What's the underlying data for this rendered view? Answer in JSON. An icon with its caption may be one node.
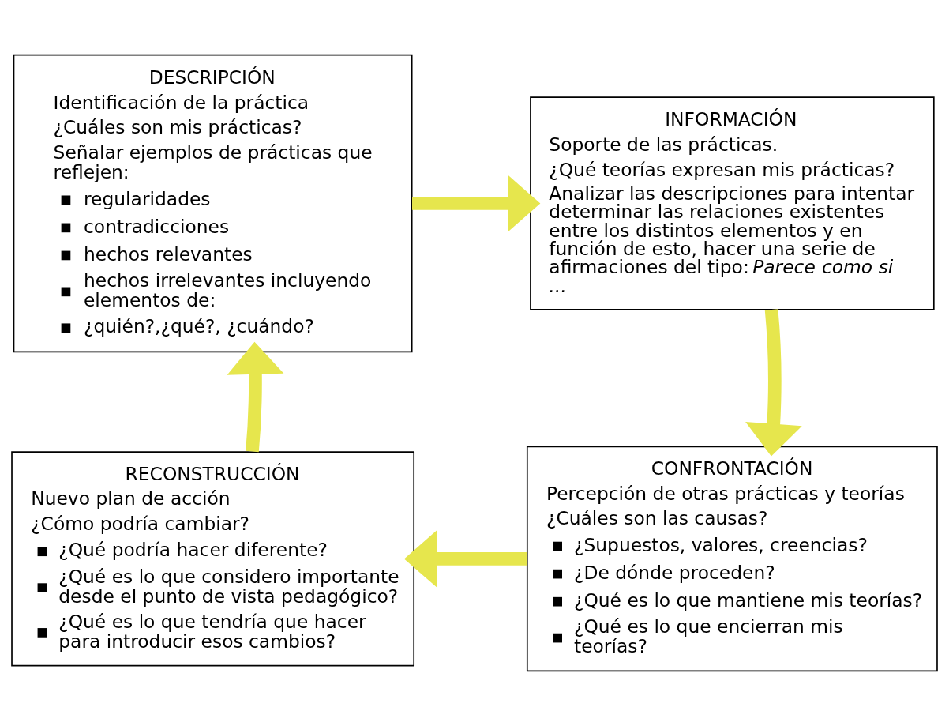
{
  "diagram": {
    "nodes": [
      {
        "text": [
          "DESCRIPCIÓN",
          "Identificación de la práctica",
          "¿Cuáles son mis prácticas?",
          "Señalar ejemplos de prácticas que reflejen:",
          "regularidades",
          "contradicciones",
          "hechos relevantes",
          "hechos irrelevantes incluyendo elementos de:",
          "¿quién?,¿qué?, ¿cuándo?"
        ]
      },
      {
        "text": [
          "INFORMACIÓN",
          "Soporte de las prácticas.",
          "¿Qué teorías expresan mis prácticas?",
          "Analizar las descripciones para intentar determinar las relaciones existentes entre los distintos elementos y en función de esto, hacer una serie de afirmaciones del tipo: *Parece como si ...*"
        ]
      },
      {
        "text": [
          "RECONSTRUCCIÓN",
          "Nuevo plan de acción",
          "¿Cómo podría cambiar?",
          "¿Qué podría hacer diferente?",
          "¿Qué es lo que considero importante desde el punto de vista pedagógico?",
          "¿Qué es lo que tendría que hacer para introducir esos cambios?"
        ]
      },
      {
        "text": [
          "CONFRONTACIÓN",
          "Percepción de otras prácticas y teorías",
          "¿Cuáles son las causas?",
          "¿Supuestos, valores, creencias?",
          "¿De dónde proceden?",
          "¿Qué es lo que mantiene mis teorías?",
          "¿Qué es lo que encierran mis teorías?"
        ]
      }
    ],
    "edges": [
      {
        "from": 0,
        "to": 1,
        "arrow": "to"
      },
      {
        "from": 1,
        "to": 3,
        "arrow": "to"
      },
      {
        "from": 3,
        "to": 2,
        "arrow": "to"
      },
      {
        "from": 2,
        "to": 0,
        "arrow": "to"
      }
    ]
  }
}
